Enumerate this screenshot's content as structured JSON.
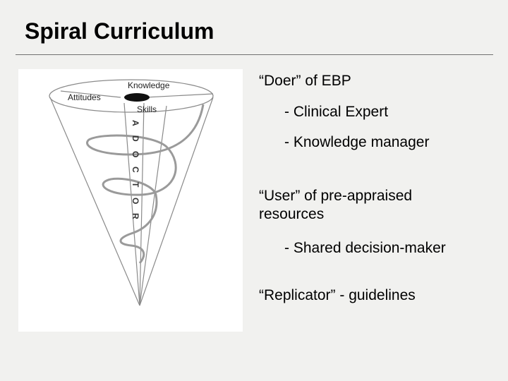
{
  "slide": {
    "title": "Spiral Curriculum"
  },
  "diagram": {
    "labels": {
      "knowledge": "Knowledge",
      "attitudes": "Attitudes",
      "skills": "Skills",
      "doctor_letters": [
        "A",
        "D",
        "O",
        "C",
        "T",
        "O",
        "R"
      ]
    },
    "colors": {
      "line": "#8a8a8a",
      "spiral": "#9a9a9a",
      "core": "#111111"
    }
  },
  "bullets": [
    {
      "text": "“Doer” of EBP",
      "level": 1
    },
    {
      "text": "- Clinical Expert",
      "level": 2
    },
    {
      "text": "- Knowledge manager",
      "level": 2
    },
    {
      "text": "“User” of pre-appraised resources",
      "level": 1
    },
    {
      "text": "- Shared decision-maker",
      "level": 2
    },
    {
      "text": "“Replicator” - guidelines",
      "level": 1
    }
  ]
}
